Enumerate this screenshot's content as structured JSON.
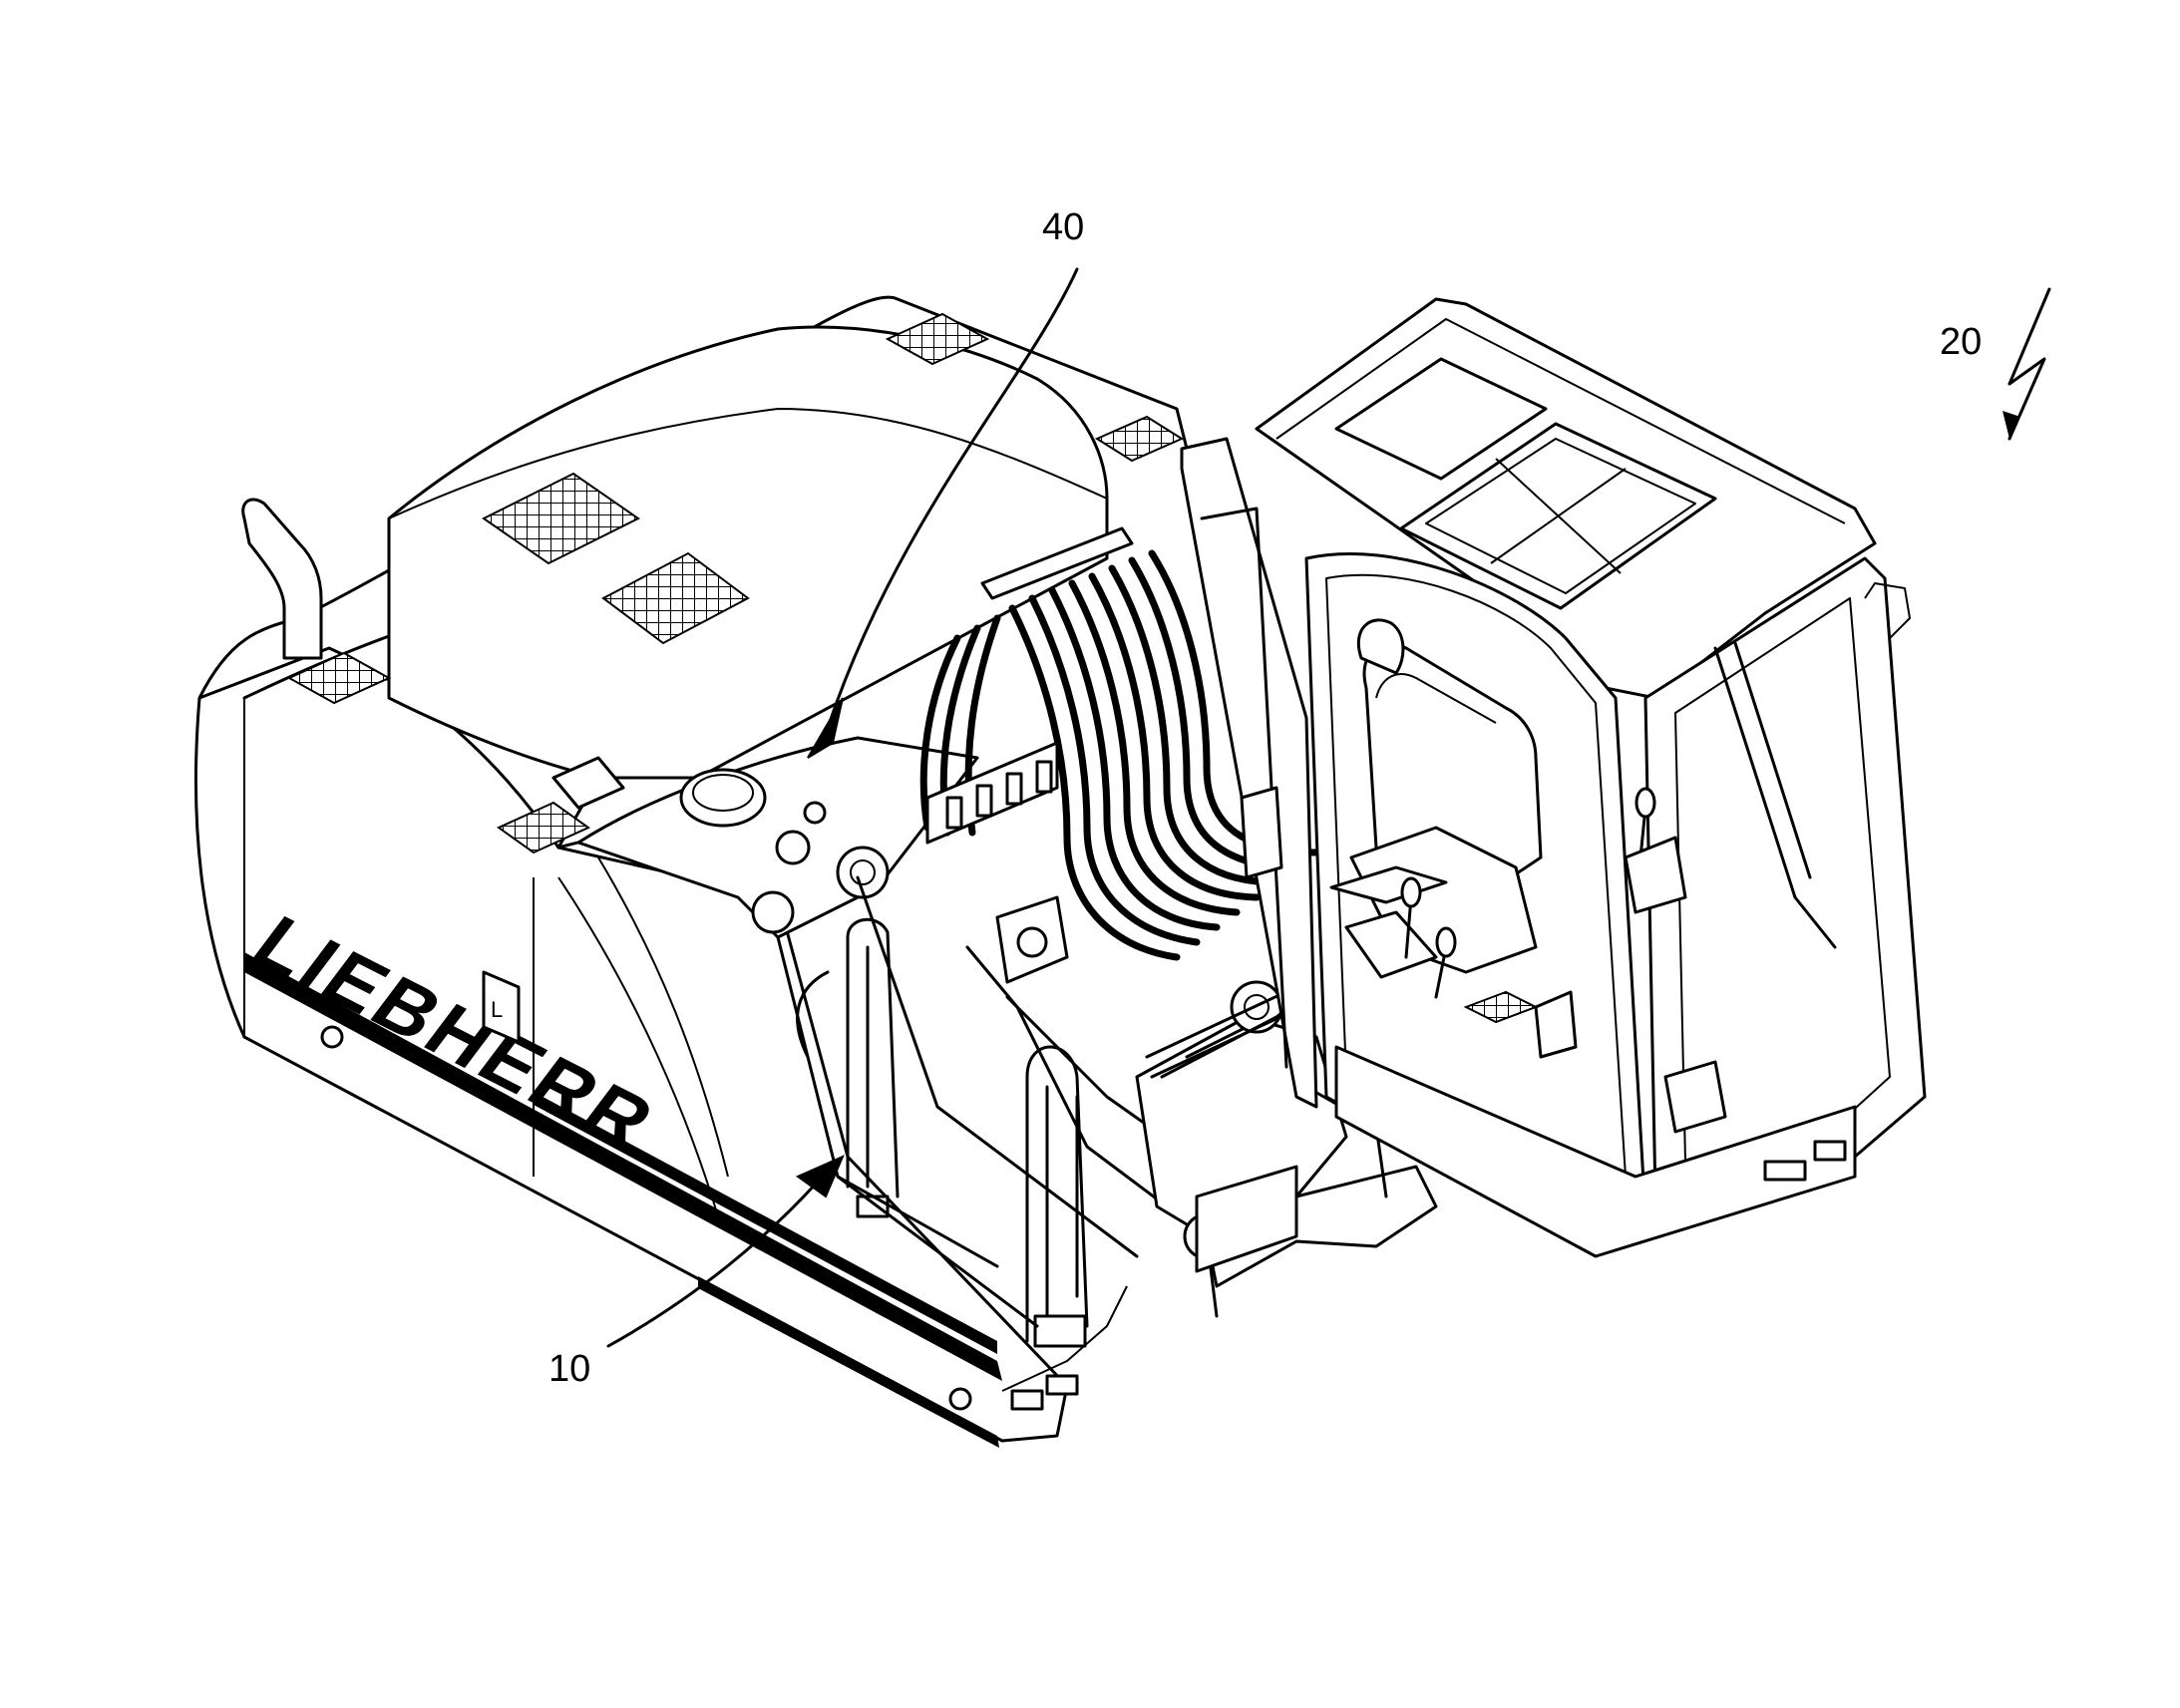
{
  "figure": {
    "reference_labels": [
      {
        "id": "ref-40",
        "text": "40"
      },
      {
        "id": "ref-20",
        "text": "20"
      },
      {
        "id": "ref-10",
        "text": "10"
      }
    ],
    "brand_lettering": "LIEBHERR",
    "engine_access_switch_letter": "L"
  }
}
